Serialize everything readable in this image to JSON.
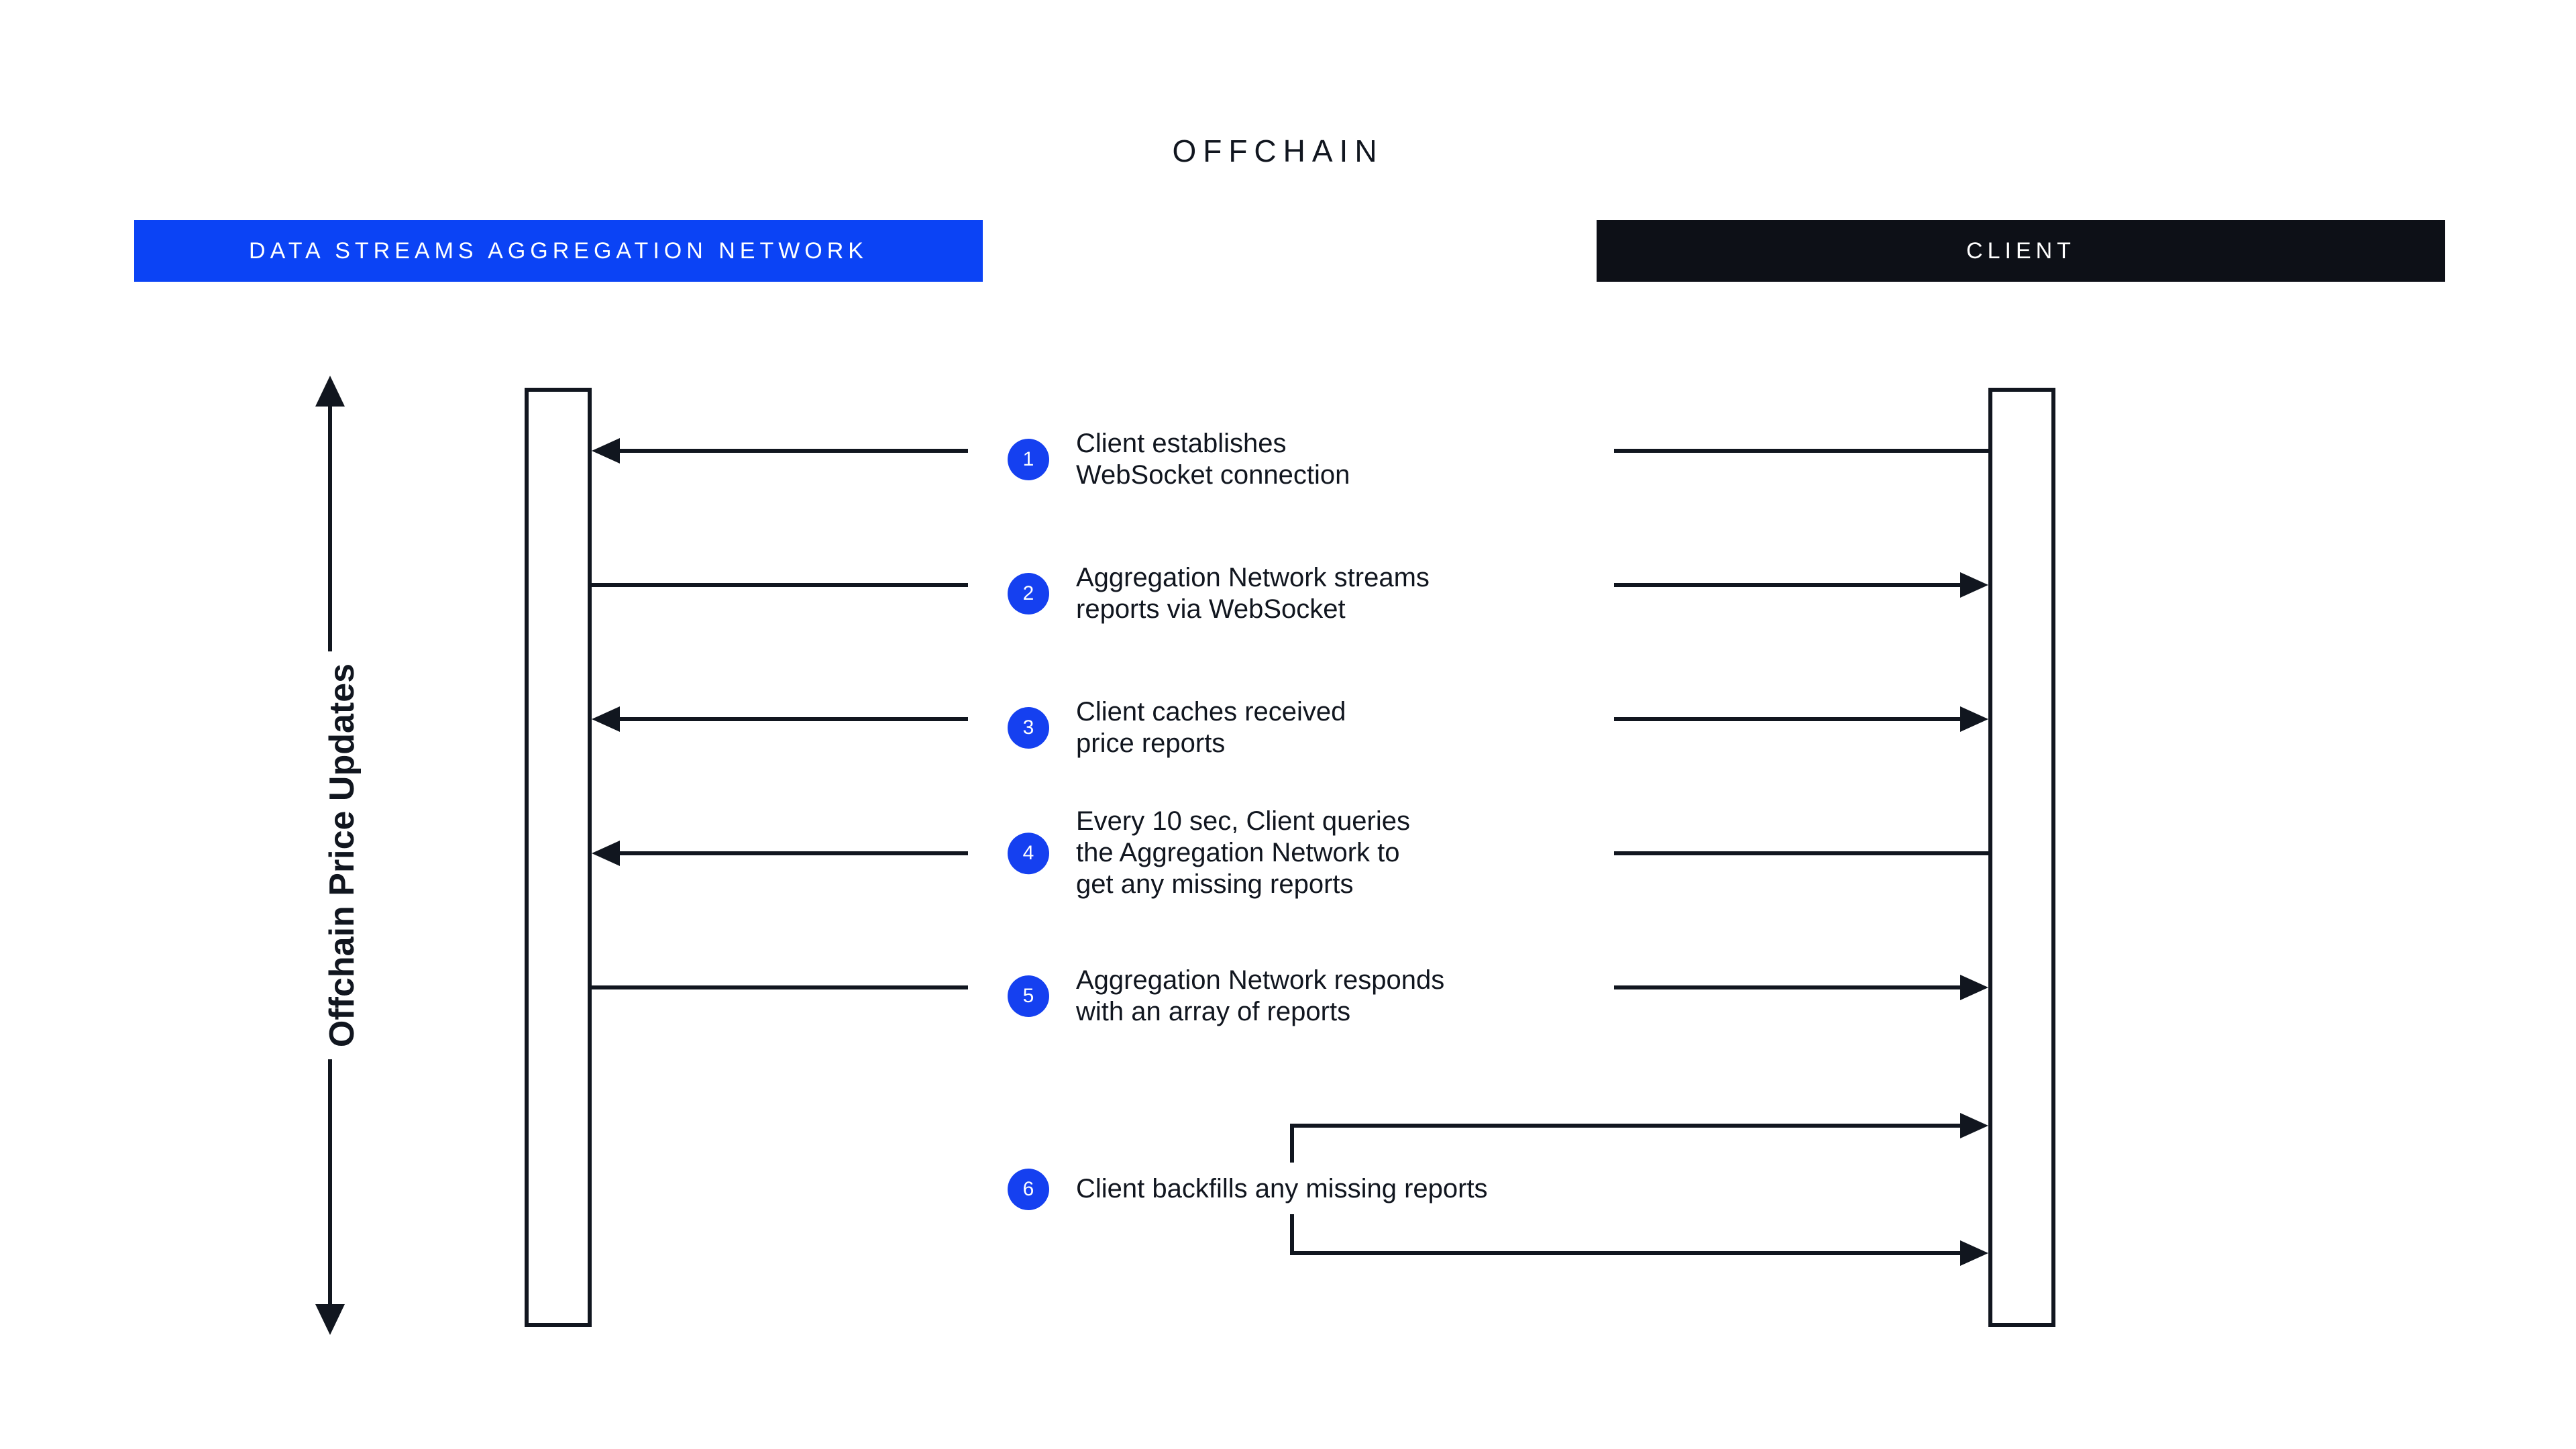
{
  "diagram": {
    "title": "OFFCHAIN",
    "axis_label": "Offchain Price Updates",
    "colors": {
      "accent_blue": "#0B43F5",
      "badge_blue": "#1540F0",
      "ink": "#11161f",
      "client_header": "#0D1017",
      "background": "#ffffff"
    }
  },
  "lanes": [
    {
      "id": "network",
      "label": "DATA STREAMS AGGREGATION NETWORK",
      "header_color": "#0B43F5"
    },
    {
      "id": "client",
      "label": "CLIENT",
      "header_color": "#0D1017"
    }
  ],
  "steps": [
    {
      "number": "1",
      "text": "Client establishes\nWebSocket connection",
      "left_arrowhead": "left",
      "right_arrowhead": "none"
    },
    {
      "number": "2",
      "text": "Aggregation Network streams\nreports via WebSocket",
      "left_arrowhead": "none",
      "right_arrowhead": "right"
    },
    {
      "number": "3",
      "text": "Client caches received\nprice reports",
      "left_arrowhead": "left",
      "right_arrowhead": "right"
    },
    {
      "number": "4",
      "text": "Every 10 sec, Client queries\nthe Aggregation Network to\nget any missing reports",
      "left_arrowhead": "left",
      "right_arrowhead": "none"
    },
    {
      "number": "5",
      "text": "Aggregation Network responds\nwith an array of reports",
      "left_arrowhead": "none",
      "right_arrowhead": "right"
    },
    {
      "number": "6",
      "text": "Client backfills any missing reports",
      "left_arrowhead": "none",
      "right_arrowhead": "right"
    }
  ]
}
